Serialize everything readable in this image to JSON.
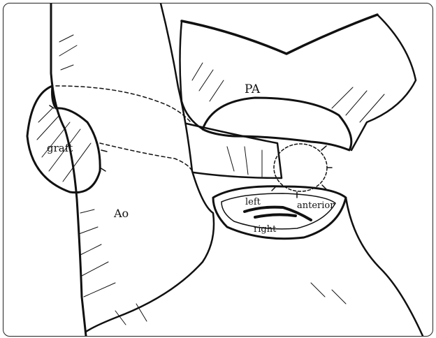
{
  "labels": {
    "pa": "PA",
    "graft": "graft",
    "ao": "Ao",
    "left": "left",
    "anterior": "anterior",
    "right": "right"
  },
  "colors": {
    "ink": "#111111",
    "paper": "#ffffff"
  }
}
